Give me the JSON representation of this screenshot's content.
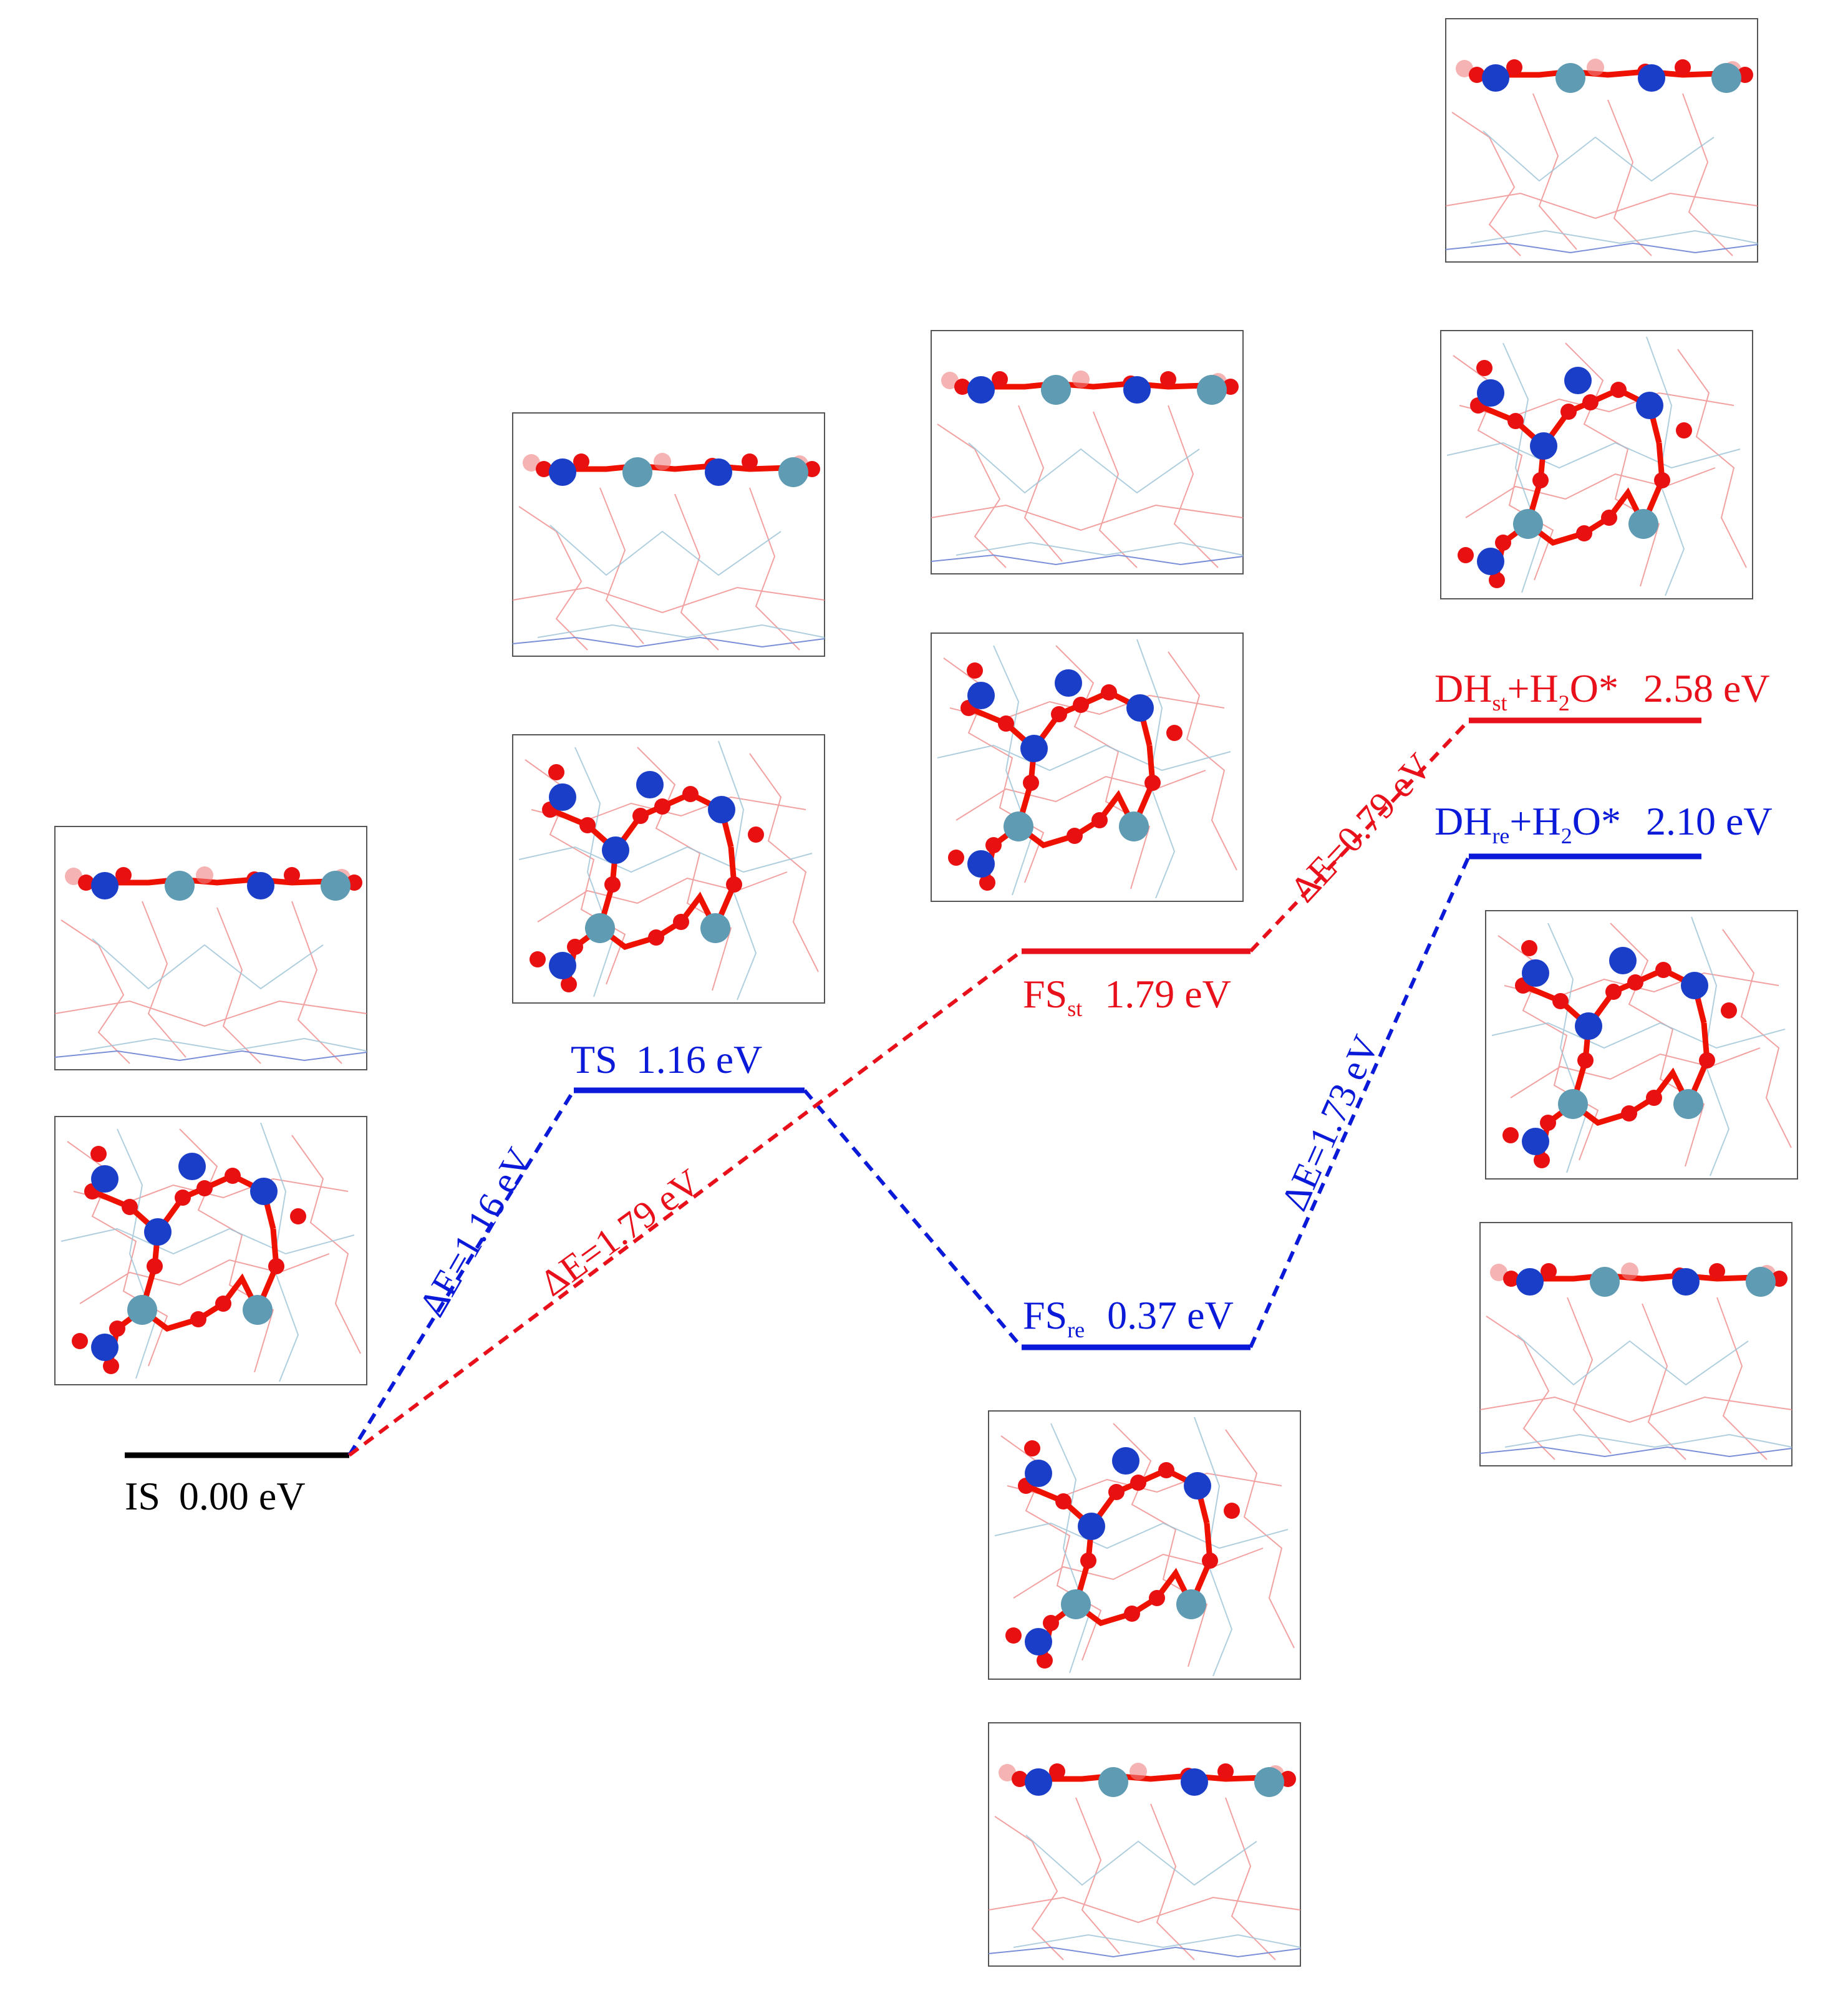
{
  "colors": {
    "standard": "#e8101a",
    "reverse": "#0a1ad8",
    "initial": "#000000",
    "frame": "#666666"
  },
  "states": {
    "IS": {
      "name": "IS",
      "value": "0.00 eV"
    },
    "TS": {
      "name": "TS",
      "value": "1.16 eV"
    },
    "FS_st": {
      "name": "FS",
      "sub": "st",
      "value": "1.79 eV"
    },
    "FS_re": {
      "name": "FS",
      "sub": "re",
      "value": "0.37 eV"
    },
    "DH_st": {
      "name": "DH",
      "sub": "st",
      "suffix": "+H",
      "sub2": "2",
      "suffix2": "O*",
      "value": "2.58 eV"
    },
    "DH_re": {
      "name": "DH",
      "sub": "re",
      "suffix": "+H",
      "sub2": "2",
      "suffix2": "O*",
      "value": "2.10 eV"
    }
  },
  "barriers": {
    "is_ts": "ΔE=1.16 eV",
    "is_fs_st": "ΔE=1.79 eV",
    "fs_st_dh_st": "ΔE=0.79 eV",
    "fs_re_dh_re": "ΔE=1.73 eV"
  }
}
